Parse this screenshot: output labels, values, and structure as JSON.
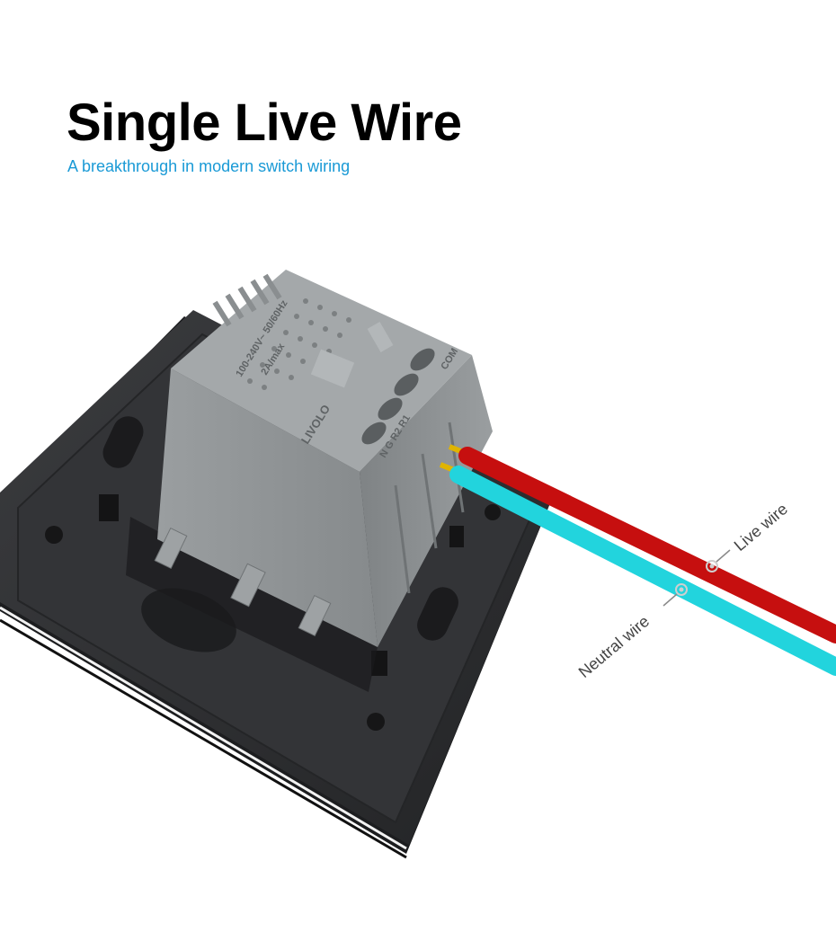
{
  "header": {
    "title": "Single Live Wire",
    "subtitle": "A breakthrough in modern switch wiring"
  },
  "labels": {
    "live_wire": "Live wire",
    "neutral_wire": "Neutral wire"
  },
  "module": {
    "brand": "LIVOLO",
    "voltage": "100-240V~ 50/60Hz",
    "current": "2A/max",
    "terminals": "N G  R2  R1",
    "com": "COM"
  },
  "colors": {
    "subtitle": "#1a9ad6",
    "live_wire": "#c60f0f",
    "neutral_wire": "#22d4dd",
    "core": "#e0b400",
    "module_body": "#8f9394",
    "plate": "#2d2e30",
    "callout_line": "#8a8a8a",
    "callout_text": "#444444"
  }
}
